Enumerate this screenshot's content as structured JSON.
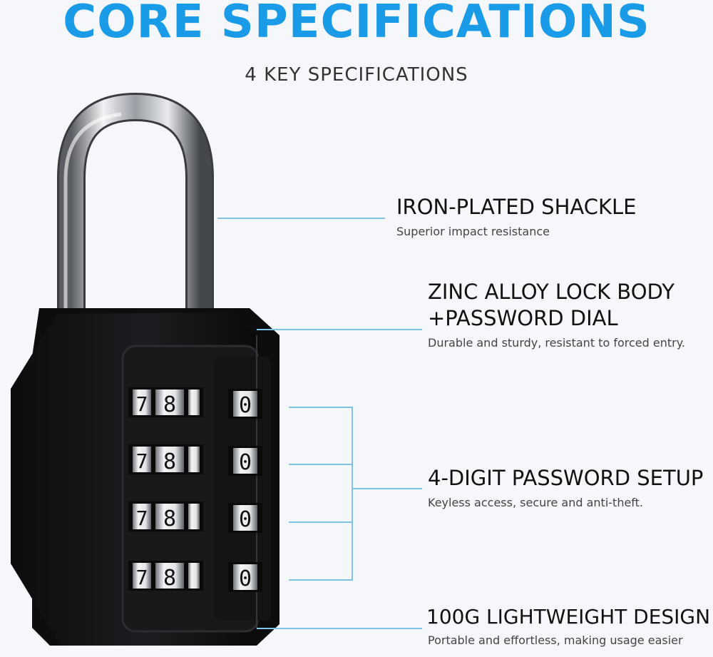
{
  "header": {
    "title": "CORE SPECIFICATIONS",
    "subtitle": "4 KEY SPECIFICATIONS"
  },
  "specs": [
    {
      "heading": "IRON-PLATED SHACKLE",
      "description": "Superior impact resistance"
    },
    {
      "heading_line1": "ZINC ALLOY LOCK BODY",
      "heading_line2": "+PASSWORD DIAL",
      "description": "Durable and sturdy, resistant to forced entry."
    },
    {
      "heading": "4-DIGIT PASSWORD SETUP",
      "description": "Keyless access, secure and anti-theft."
    },
    {
      "heading": "100G LIGHTWEIGHT DESIGN",
      "description": "Portable and effortless, making usage easier"
    }
  ],
  "dials": {
    "left_digits": [
      "7",
      "8"
    ],
    "right_digit": "0"
  },
  "colors": {
    "title": "#1a9be8",
    "connector": "#7ec3e8",
    "lock_body": "#111111",
    "background": "#f6f7fb"
  }
}
